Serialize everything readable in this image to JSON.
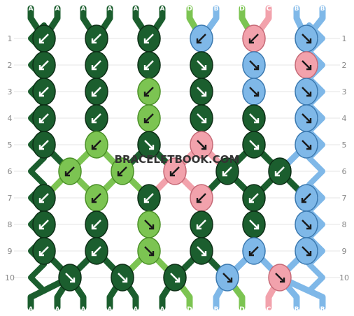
{
  "watermark": "BRACELETBOOK.COM",
  "rows": [
    "1",
    "2",
    "3",
    "4",
    "5",
    "6",
    "7",
    "8",
    "9",
    "10"
  ],
  "colors": {
    "A": "#1b5e2e",
    "B": "#7fb8e8",
    "C": "#f2a2ac",
    "D": "#7cc452"
  },
  "top_strings": [
    "A",
    "A",
    "A",
    "A",
    "A",
    "A",
    "D",
    "B",
    "D",
    "C",
    "B",
    "B"
  ],
  "bottom_strings": [
    "A",
    "A",
    "A",
    "A",
    "A",
    "A",
    "D",
    "B",
    "D",
    "C",
    "B",
    "B"
  ],
  "knots": [
    {
      "row": 1,
      "colors": [
        "A",
        "A",
        "A",
        "B",
        "C",
        "B"
      ],
      "dirs": [
        "bl",
        "bl",
        "bl",
        "bl",
        "bl",
        "br"
      ]
    },
    {
      "row": 2,
      "colors": [
        "A",
        "A",
        "A",
        "A",
        "B",
        "C"
      ],
      "dirs": [
        "bl",
        "bl",
        "bl",
        "br",
        "br",
        "br"
      ]
    },
    {
      "row": 3,
      "colors": [
        "A",
        "A",
        "D",
        "A",
        "B",
        "B"
      ],
      "dirs": [
        "bl",
        "bl",
        "bl",
        "br",
        "br",
        "br"
      ]
    },
    {
      "row": 4,
      "colors": [
        "A",
        "A",
        "D",
        "A",
        "A",
        "B"
      ],
      "dirs": [
        "bl",
        "bl",
        "bl",
        "br",
        "br",
        "br"
      ]
    },
    {
      "row": 5,
      "colors": [
        "A",
        "D",
        "A",
        "C",
        "A",
        "B"
      ],
      "dirs": [
        "bl",
        "bl",
        "br",
        "br",
        "br",
        "br"
      ]
    },
    {
      "row": 6,
      "colors": [
        "D",
        "D",
        "C",
        "A",
        "A"
      ],
      "dirs": [
        "bl",
        "bl",
        "bl",
        "bl",
        "bl"
      ]
    },
    {
      "row": 7,
      "colors": [
        "A",
        "D",
        "A",
        "C",
        "A",
        "B"
      ],
      "dirs": [
        "bl",
        "bl",
        "bl",
        "bl",
        "bl",
        "bl"
      ]
    },
    {
      "row": 8,
      "colors": [
        "A",
        "A",
        "D",
        "A",
        "A",
        "B"
      ],
      "dirs": [
        "bl",
        "bl",
        "br",
        "bl",
        "br",
        "br"
      ]
    },
    {
      "row": 9,
      "colors": [
        "A",
        "A",
        "D",
        "A",
        "B",
        "B"
      ],
      "dirs": [
        "bl",
        "bl",
        "br",
        "br",
        "bl",
        "br"
      ]
    },
    {
      "row": 10,
      "colors": [
        "A",
        "A",
        "A",
        "B",
        "C"
      ],
      "dirs": [
        "br",
        "br",
        "br",
        "br",
        "br"
      ]
    }
  ]
}
